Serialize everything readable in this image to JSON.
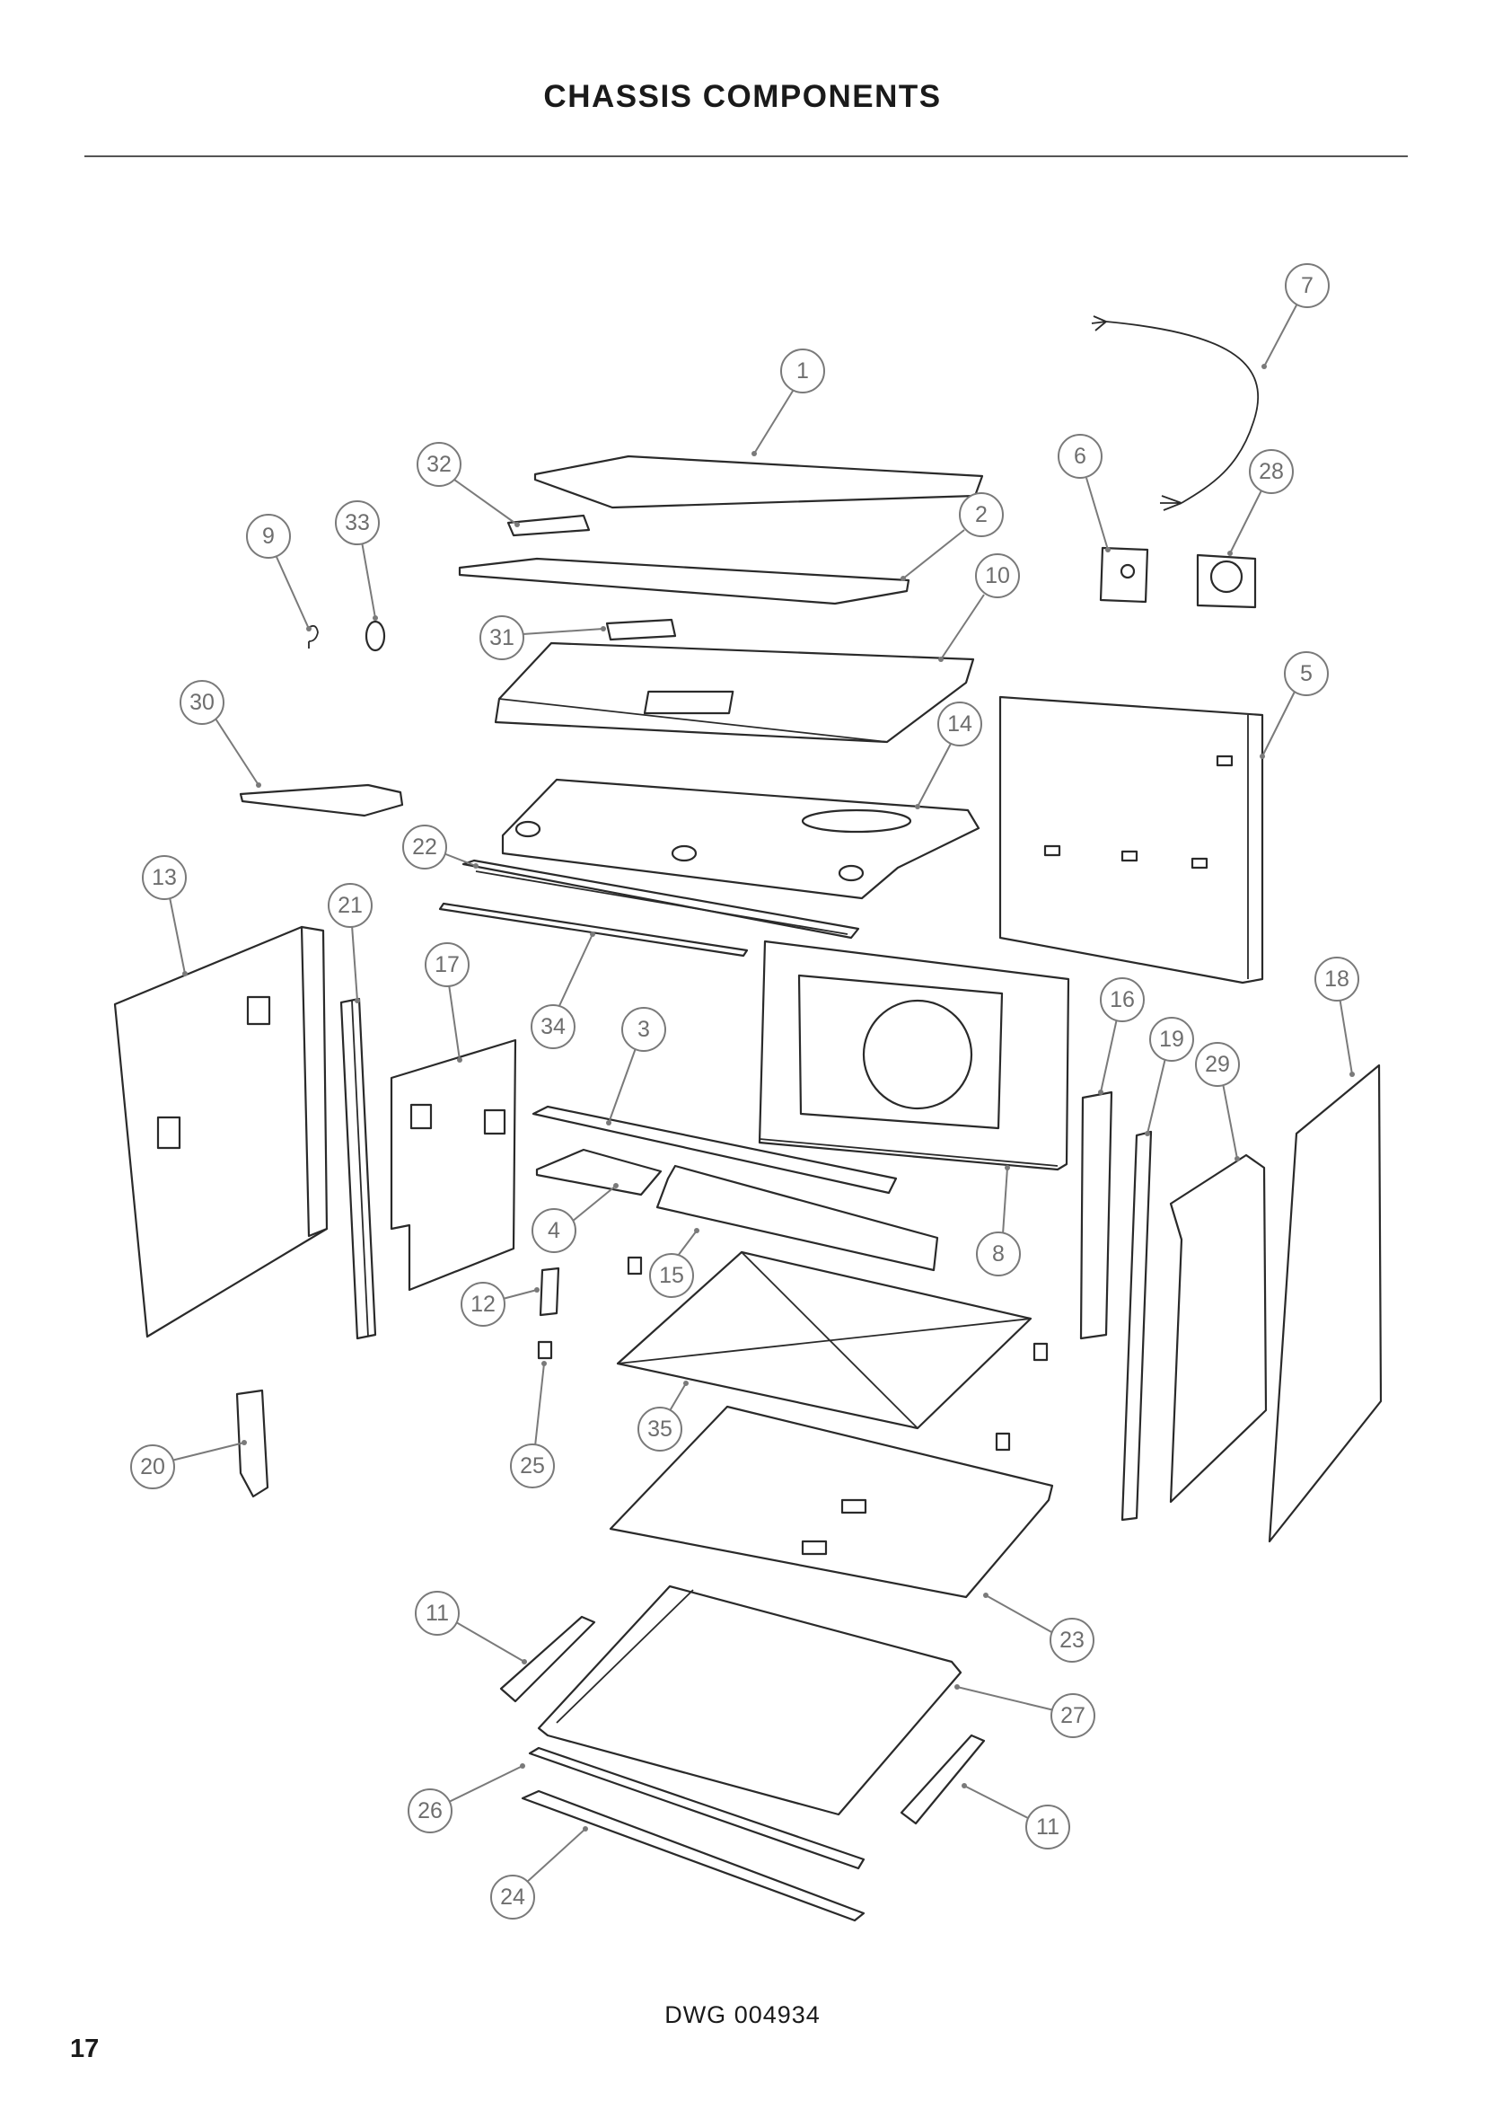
{
  "title": "CHASSIS COMPONENTS",
  "drawing_number": "DWG 004934",
  "page_number": "17",
  "callouts": [
    "1",
    "2",
    "3",
    "4",
    "5",
    "6",
    "7",
    "8",
    "9",
    "10",
    "11",
    "11",
    "12",
    "13",
    "14",
    "15",
    "16",
    "17",
    "18",
    "19",
    "20",
    "21",
    "22",
    "23",
    "24",
    "25",
    "26",
    "27",
    "28",
    "29",
    "30",
    "31",
    "32",
    "33",
    "34",
    "35"
  ]
}
